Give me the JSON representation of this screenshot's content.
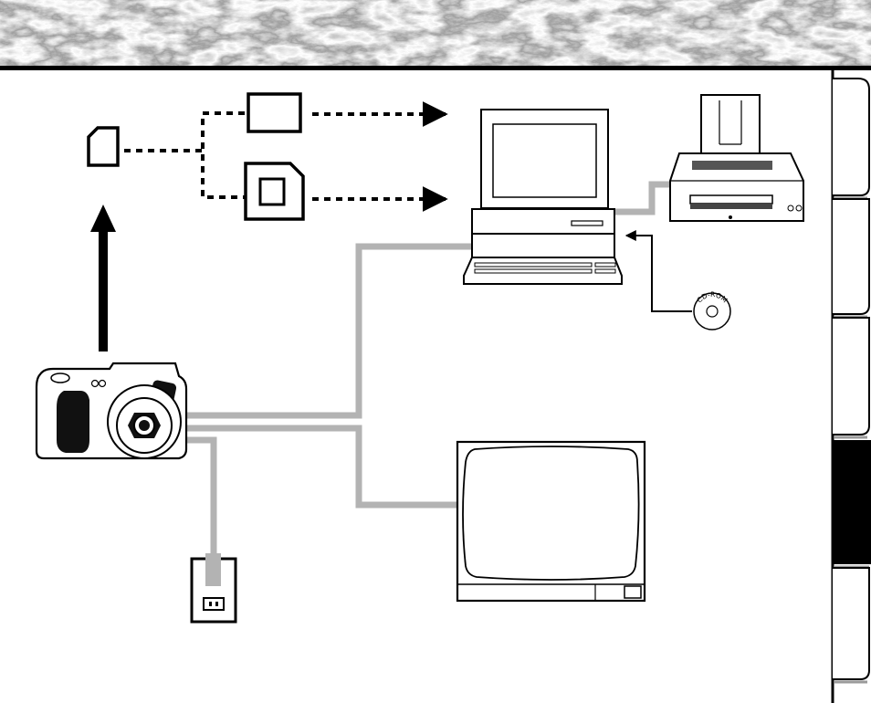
{
  "page": {
    "colors": {
      "ink": "#000000",
      "paper": "#ffffff",
      "cable": "#b3b3b3",
      "marble_dark": "#5a5a5a",
      "marble_light": "#e6e6e6",
      "tab_shadow": "#9a9a9a"
    }
  },
  "diagram": {
    "nodes": [
      {
        "id": "memory-card",
        "icon": "sd-card-icon"
      },
      {
        "id": "pc-card-adapter",
        "icon": "pc-card-adapter-icon"
      },
      {
        "id": "floppy-disk-adapter",
        "icon": "floppy-disk-adapter-icon"
      },
      {
        "id": "computer",
        "icon": "desktop-computer-icon"
      },
      {
        "id": "printer",
        "icon": "printer-icon"
      },
      {
        "id": "cd-rom",
        "icon": "cd-rom-icon",
        "label": "CD-ROM"
      },
      {
        "id": "digital-camera",
        "icon": "digital-camera-icon"
      },
      {
        "id": "television",
        "icon": "television-icon"
      },
      {
        "id": "ac-adapter",
        "icon": "power-outlet-icon"
      }
    ],
    "connections": [
      {
        "from": "digital-camera",
        "to": "memory-card",
        "style": "solid-arrow"
      },
      {
        "from": "memory-card",
        "to": "pc-card-adapter",
        "style": "dotted"
      },
      {
        "from": "memory-card",
        "to": "floppy-disk-adapter",
        "style": "dotted"
      },
      {
        "from": "pc-card-adapter",
        "to": "computer",
        "style": "dotted-arrow"
      },
      {
        "from": "floppy-disk-adapter",
        "to": "computer",
        "style": "dotted-arrow"
      },
      {
        "from": "digital-camera",
        "to": "computer",
        "style": "cable"
      },
      {
        "from": "digital-camera",
        "to": "television",
        "style": "cable"
      },
      {
        "from": "digital-camera",
        "to": "ac-adapter",
        "style": "cable"
      },
      {
        "from": "computer",
        "to": "printer",
        "style": "cable"
      },
      {
        "from": "cd-rom",
        "to": "computer",
        "style": "thin-arrow"
      }
    ]
  },
  "side_tabs": [
    {
      "id": "tab-1",
      "active": false
    },
    {
      "id": "tab-2",
      "active": false
    },
    {
      "id": "tab-3",
      "active": false
    },
    {
      "id": "tab-4",
      "active": true
    },
    {
      "id": "tab-5",
      "active": false
    }
  ]
}
